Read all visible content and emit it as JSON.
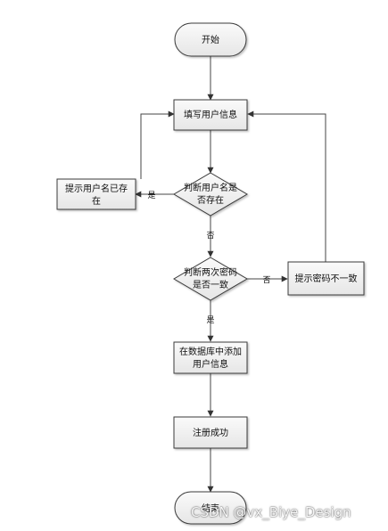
{
  "flowchart": {
    "start": "开始",
    "fill_info": "填写用户信息",
    "check_user_line1": "判断用户名是",
    "check_user_line2": "否存在",
    "user_exists_line1": "提示用户名已存",
    "user_exists_line2": "在",
    "check_pwd_line1": "判断两次密码",
    "check_pwd_line2": "是否一致",
    "pwd_mismatch": "提示密码不一致",
    "add_db_line1": "在数据库中添加",
    "add_db_line2": "用户信息",
    "success": "注册成功",
    "end": "结束",
    "yes_label": "是",
    "no_label": "否"
  },
  "watermark": "CSDN @vx_Biye_Design",
  "colors": {
    "box_fill": "#f0f0f0",
    "stroke": "#3a3a3a",
    "arrow": "#444444"
  }
}
